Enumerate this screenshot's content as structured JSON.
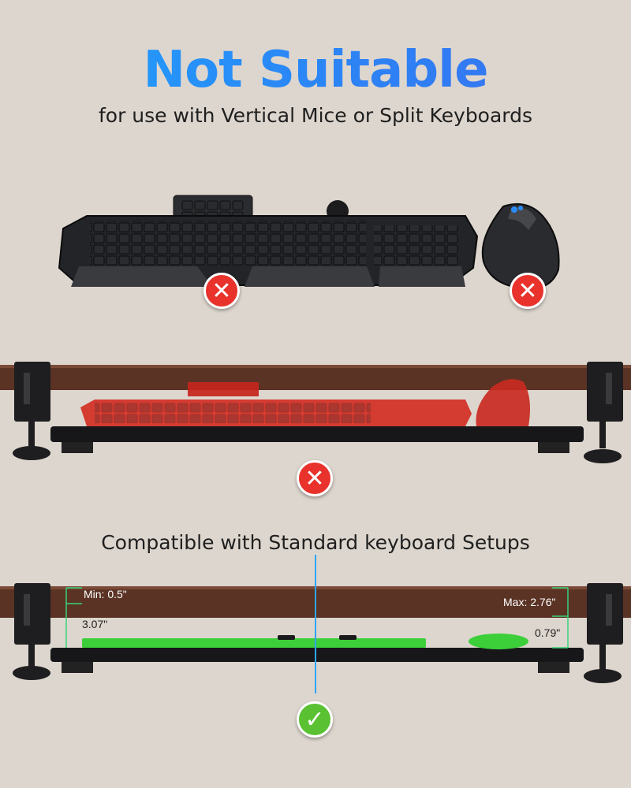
{
  "heading": {
    "title": "Not Suitable",
    "subtitle": "for use with Vertical Mice or Split Keyboards"
  },
  "compatible_caption": "Compatible with Standard keyboard Setups",
  "measurements": {
    "min": "Min: 0.5\"",
    "max": "Max: 2.76\"",
    "left_height": "3.07\"",
    "right_height": "0.79\""
  },
  "badges": {
    "keyboard": "✕",
    "mouse": "✕",
    "tray": "✕",
    "compatible": "✓"
  },
  "colors": {
    "title_gradient_start": "#1fa3ff",
    "title_gradient_end": "#3a6ef0",
    "background": "#ddd6ce",
    "bad": "#e8322b",
    "good": "#59c132",
    "measure_line": "#39d37a",
    "center_line": "#2fa5ff"
  }
}
